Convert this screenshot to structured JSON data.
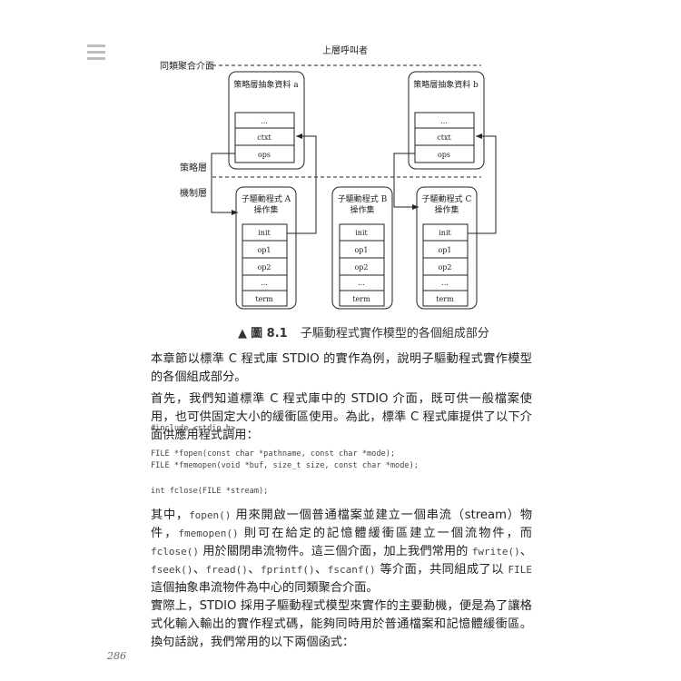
{
  "figure": {
    "top_label": "上層呼叫者",
    "same_class_interface": "同類聚合介面",
    "strategy_layer": "策略層",
    "mechanism_layer": "機制層",
    "obj_a_title": "策略層抽象資料 a",
    "obj_b_title": "策略層抽象資料 b",
    "obj_fields": [
      "...",
      "ctxt",
      "ops"
    ],
    "drivers": [
      {
        "title_line1": "子驅動程式 A",
        "title_line2": "操作集"
      },
      {
        "title_line1": "子驅動程式 B",
        "title_line2": "操作集"
      },
      {
        "title_line1": "子驅動程式 C",
        "title_line2": "操作集"
      }
    ],
    "driver_fields": [
      "init",
      "op1",
      "op2",
      "...",
      "term"
    ]
  },
  "caption": {
    "marker": "▲",
    "number": "圖 8.1",
    "text": "子驅動程式實作模型的各個組成部分"
  },
  "body": {
    "p1": "本章節以標準 C 程式庫 STDIO 的實作為例，說明子驅動程式實作模型的各個組成部分。",
    "p2": "首先，我們知道標準 C 程式庫中的 STDIO 介面，既可供一般檔案使用，也可供固定大小的緩衝區使用。為此，標準 C 程式庫提供了以下介面供應用程式調用：",
    "code1": "#include <stdio.h>",
    "code2": "FILE *fopen(const char *pathname, const char *mode);\nFILE *fmemopen(void *buf, size_t size, const char *mode);",
    "code3": "int fclose(FILE *stream);",
    "p3_a": "其中，",
    "p3_fopen": "fopen()",
    "p3_b": " 用來開啟一個普通檔案並建立一個串流（stream）物件，",
    "p3_fmemopen": "fmemopen()",
    "p3_c": " 則可在給定的記憶體緩衝區建立一個流物件，而 ",
    "p3_fclose": "fclose()",
    "p3_d": " 用於關閉串流物件。這三個介面，加上我們常用的 ",
    "p3_fwrite": "fwrite()",
    "p3_sep1": "、",
    "p3_fseek": "fseek()",
    "p3_sep2": "、",
    "p3_fread": "fread()",
    "p3_sep3": "、",
    "p3_fprintf": "fprintf()",
    "p3_sep4": "、",
    "p3_fscanf": "fscanf()",
    "p3_e": " 等介面，共同組成了以 ",
    "p3_FILE": "FILE",
    "p3_f": " 這個抽象串流物件為中心的同類聚合介面。",
    "p4": "實際上，STDIO 採用子驅動程式模型來實作的主要動機，便是為了讓格式化輸入輸出的實作程式碼，能夠同時用於普通檔案和記憶體緩衝區。換句話說，我們常用的以下兩個函式："
  },
  "page_number": "286"
}
